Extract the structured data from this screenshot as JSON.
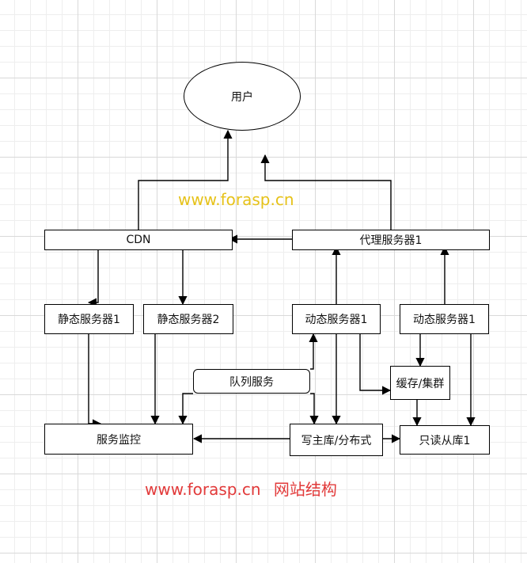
{
  "nodes": {
    "user": "用户",
    "cdn": "CDN",
    "proxy": "代理服务器1",
    "static1": "静态服务器1",
    "static2": "静态服务器2",
    "dynamic1": "动态服务器1",
    "dynamic2": "动态服务器1",
    "queue": "队列服务",
    "cache": "缓存/集群",
    "monitor": "服务监控",
    "write_db": "写主库/分布式",
    "read_db": "只读从库1"
  },
  "watermark_top": "www.forasp.cn",
  "caption": {
    "site": "www.forasp.cn",
    "title": "网站结构"
  },
  "colors": {
    "watermark_top": "#e6c21a",
    "caption": "#e23a3a",
    "stroke": "#000000"
  }
}
